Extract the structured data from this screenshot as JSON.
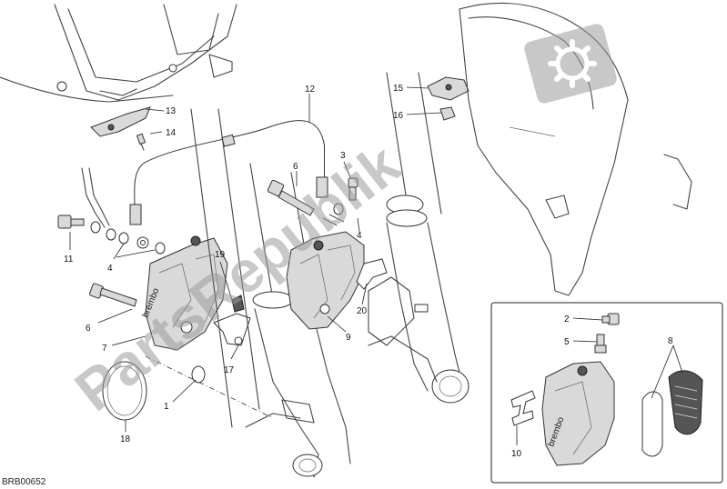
{
  "diagram_code": "BRB00652",
  "watermark": "PartsRepublik",
  "watermark_icon": "gear-icon",
  "callouts": {
    "c1": "1",
    "c2": "2",
    "c3": "3",
    "c4a": "4",
    "c4b": "4",
    "c5": "5",
    "c6a": "6",
    "c6b": "6",
    "c7": "7",
    "c8": "8",
    "c9": "9",
    "c10": "10",
    "c11": "11",
    "c12": "12",
    "c13": "13",
    "c14": "14",
    "c15": "15",
    "c16": "16",
    "c17": "17",
    "c18": "18",
    "c19": "19",
    "c20": "20"
  }
}
